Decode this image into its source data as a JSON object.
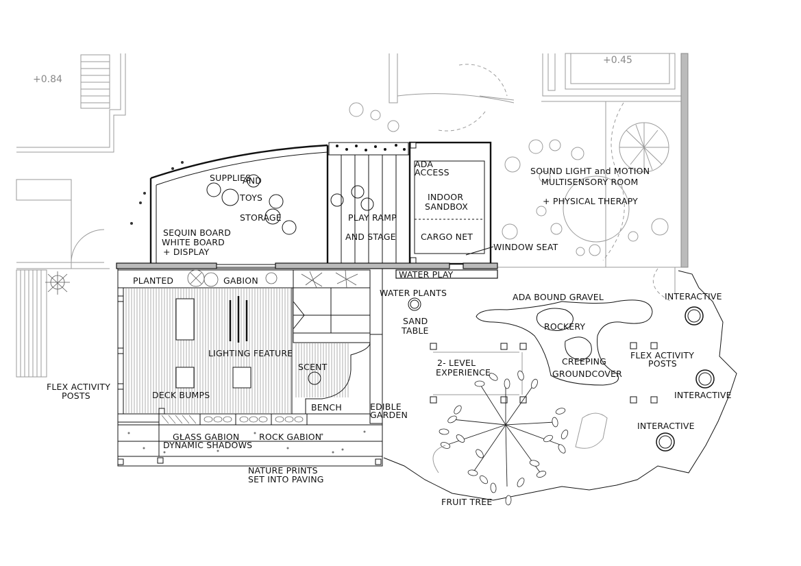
{
  "levels": {
    "left": "+0.84",
    "right": "+0.45"
  },
  "labels": {
    "supplies": "SUPPLIES",
    "and": "AND",
    "toys": "TOYS",
    "storage": "STORAGE",
    "sequin_board": "SEQUIN BOARD",
    "white_board": "WHITE BOARD",
    "display": "+ DISPLAY",
    "play_ramp": "PLAY RAMP",
    "and_stage": "AND STAGE",
    "ada_access_1": "ADA",
    "ada_access_2": "ACCESS",
    "indoor_sandbox_1": "INDOOR",
    "indoor_sandbox_2": "SANDBOX",
    "cargo_net": "CARGO NET",
    "window_seat": "WINDOW SEAT",
    "multisensory_1": "SOUND LIGHT and MOTION",
    "multisensory_2": "MULTISENSORY ROOM",
    "physical_therapy": "+ PHYSICAL THERAPY",
    "planted": "PLANTED",
    "gabion": "GABION",
    "water_play": "WATER PLAY",
    "water_plants": "WATER PLANTS",
    "sand_table_1": "SAND",
    "sand_table_2": "TABLE",
    "ada_bound_gravel": "ADA BOUND GRAVEL",
    "rockery": "ROCKERY",
    "creeping_1": "CREEPING",
    "creeping_2": "GROUNDCOVER",
    "interactive_1": "INTERACTIVE",
    "interactive_2": "INTERACTIVE",
    "interactive_3": "INTERACTIVE",
    "flex_posts_right_1": "FLEX ACTIVITY",
    "flex_posts_right_2": "POSTS",
    "flex_posts_left_1": "FLEX ACTIVITY",
    "flex_posts_left_2": "POSTS",
    "two_level_1": "2- LEVEL",
    "two_level_2": "EXPERIENCE",
    "lighting_feature": "LIGHTING FEATURE",
    "scent": "SCENT",
    "deck_bumps": "DECK BUMPS",
    "bench": "BENCH",
    "edible_1": "EDIBLE",
    "edible_2": "GARDEN",
    "glass_gabion": "GLASS GABION",
    "rock_gabion": "ROCK GABION",
    "dynamic_shadows": "DYNAMIC SHADOWS",
    "nature_prints_1": "NATURE PRINTS",
    "nature_prints_2": "SET INTO PAVING",
    "fruit_tree": "FRUIT TREE"
  }
}
